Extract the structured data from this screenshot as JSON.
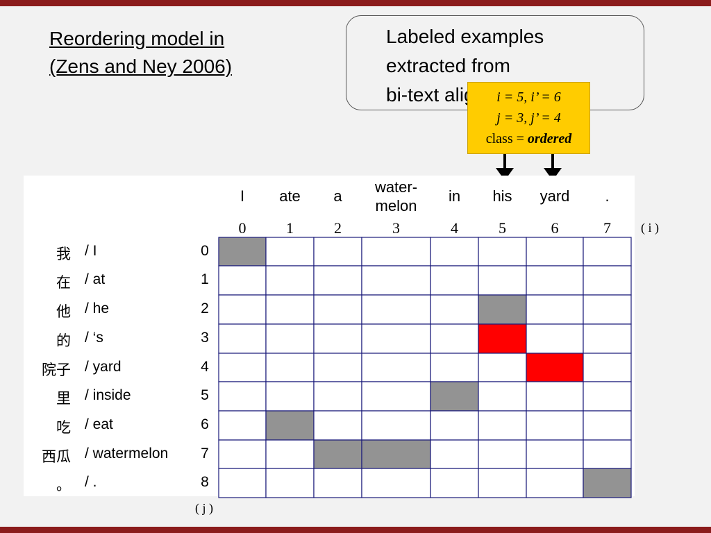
{
  "title_lines": [
    "Reordering model in",
    "(Zens and Ney 2006)"
  ],
  "callout_lines": [
    "Labeled examples",
    "extracted from",
    "bi-text alignment"
  ],
  "example_box": {
    "line1": "i = 5, i’ = 6",
    "line2": "j = 3, j’ = 4",
    "line3_prefix": "class = ",
    "line3_value": "ordered"
  },
  "columns": {
    "words": [
      "I",
      "ate",
      "a",
      "water-\nmelon",
      "in",
      "his",
      "yard",
      "."
    ],
    "indices": [
      "0",
      "1",
      "2",
      "3",
      "4",
      "5",
      "6",
      "7"
    ],
    "axis_label": "( i )"
  },
  "rows": {
    "chinese": [
      "我",
      "在",
      "他",
      "的",
      "院子",
      "里",
      "吃",
      "西瓜",
      "。"
    ],
    "english": [
      "/ I",
      "/ at",
      "/ he",
      "/ ‘s",
      "/ yard",
      "/ inside",
      "/ eat",
      "/ watermelon",
      "/ ."
    ],
    "indices": [
      "0",
      "1",
      "2",
      "3",
      "4",
      "5",
      "6",
      "7",
      "8"
    ],
    "axis_label": "( j )"
  },
  "alignment": {
    "gray_cells": [
      [
        0,
        0
      ],
      [
        2,
        5
      ],
      [
        5,
        4
      ],
      [
        6,
        1
      ],
      [
        7,
        2
      ],
      [
        7,
        3
      ],
      [
        8,
        7
      ]
    ],
    "red_cells": [
      [
        3,
        5
      ],
      [
        4,
        6
      ]
    ],
    "gray_color": "#939393",
    "red_color": "#ff0000",
    "grid_line_color": "#1a1a7a"
  }
}
